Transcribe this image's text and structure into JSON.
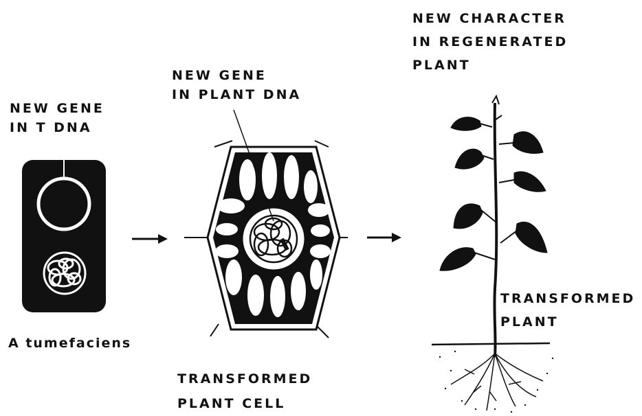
{
  "labels": {
    "bacterium_gene": [
      "NEW  GENE",
      "IN  T DNA"
    ],
    "bacterium_name": "A tumefaciens",
    "plant_dna_gene": [
      "NEW  GENE",
      "IN PLANT DNA"
    ],
    "cell_caption": [
      "TRANSFORMED",
      "PLANT   CELL"
    ],
    "new_character": [
      "NEW  CHARACTER",
      "IN  REGENERATED",
      "PLANT"
    ],
    "plant_caption": [
      "TRANSFORMED",
      "PLANT"
    ]
  },
  "colors": {
    "ink": "#111111",
    "paper": "#ffffff"
  }
}
